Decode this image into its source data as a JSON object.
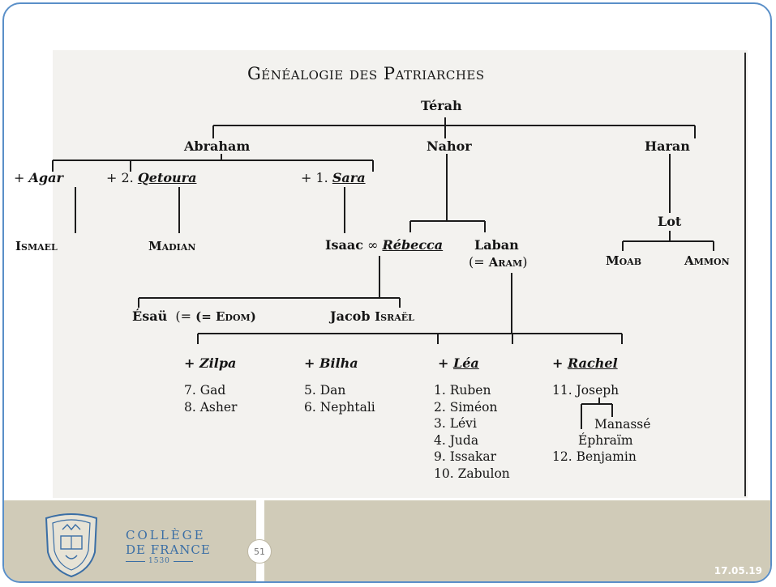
{
  "title": "Généalogie des Patriarches",
  "persons": {
    "terah": "Térah",
    "abraham": "Abraham",
    "nahor": "Nahor",
    "haran": "Haran",
    "agar": "Agar",
    "qetoura": "Qetoura",
    "sara": "Sara",
    "ismael": "Ismael",
    "madian": "Madian",
    "isaac": "Isaac",
    "rebecca": "Rébecca",
    "laban": "Laban",
    "aram": "(= Aram)",
    "lot": "Lot",
    "moab": "Moab",
    "ammon": "Ammon",
    "esau": "Ésaü",
    "edom": "(= Edom)",
    "jacob": "Jacob",
    "israel": "Israël",
    "zilpa": "Zilpa",
    "bilha": "Bilha",
    "lea": "Léa",
    "rachel": "Rachel"
  },
  "prefixes": {
    "agar": "+ ",
    "qetoura": "+ 2. ",
    "sara": "+ 1. ",
    "marriage": " ∞ ",
    "wife": "+ "
  },
  "children": {
    "zilpa": [
      "7. Gad",
      "8. Asher"
    ],
    "bilha": [
      "5. Dan",
      "6. Nephtali"
    ],
    "lea": [
      "1. Ruben",
      "2. Siméon",
      "3. Lévi",
      "4. Juda",
      "9. Issakar",
      "10. Zabulon"
    ],
    "rachel_first": "11. Joseph",
    "manasse": "Manassé",
    "ephraim": "Éphraïm",
    "benjamin": "12. Benjamin"
  },
  "footer": {
    "college_line1": "COLLÈGE",
    "college_line2": "DE FRANCE",
    "college_year": "1530",
    "page_number": "51",
    "date": "17.05.19"
  },
  "colors": {
    "frame": "#5a8fc8",
    "footer_bg": "#d0cbb8",
    "brand_blue": "#3a6ea5",
    "ink": "#151515"
  }
}
